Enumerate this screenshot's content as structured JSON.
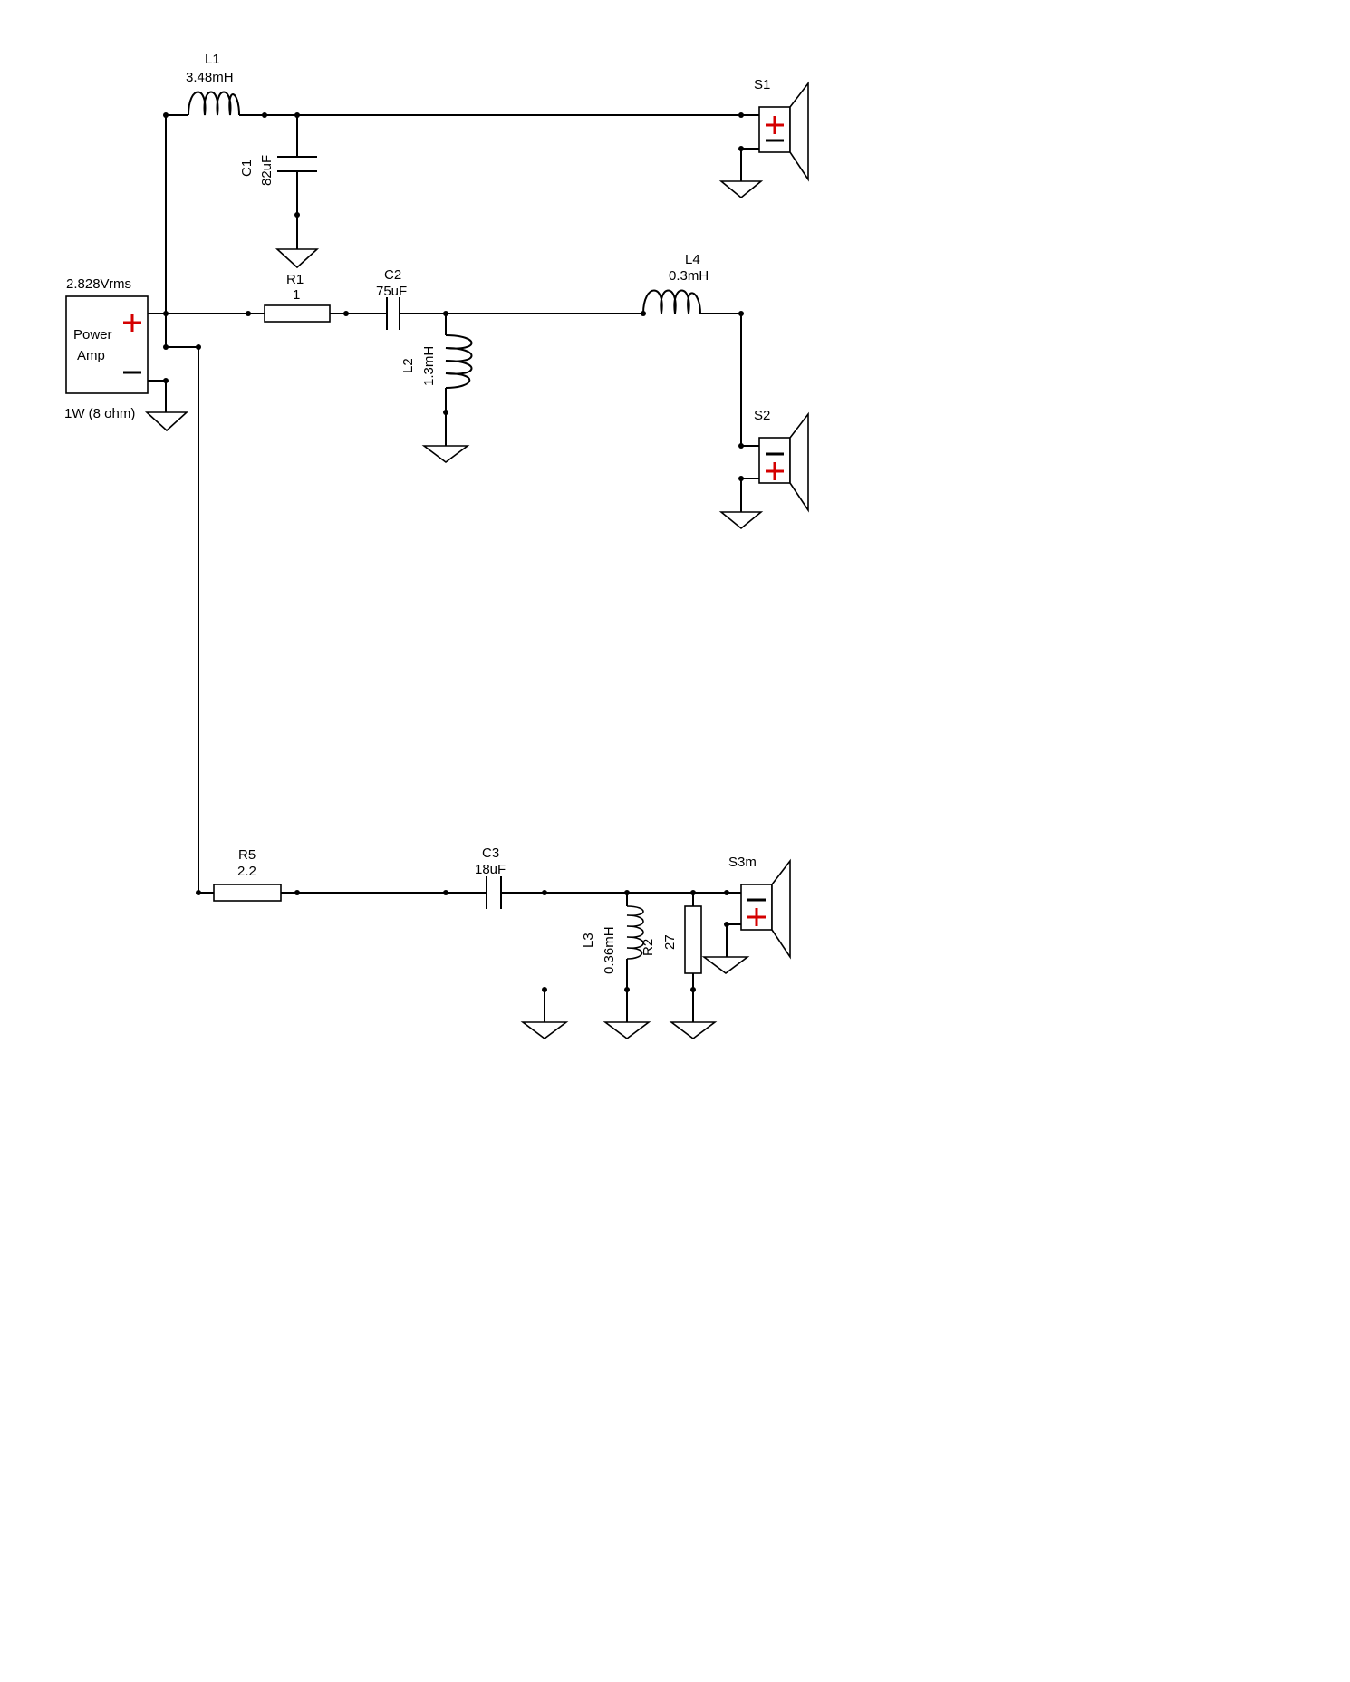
{
  "amp": {
    "voltage": "2.828Vrms",
    "name_line1": "Power",
    "name_line2": "Amp",
    "power": "1W (8 ohm)"
  },
  "components": {
    "L1": {
      "ref": "L1",
      "value": "3.48mH"
    },
    "C1": {
      "ref": "C1",
      "value": "82uF"
    },
    "R1": {
      "ref": "R1",
      "value": "1"
    },
    "C2": {
      "ref": "C2",
      "value": "75uF"
    },
    "L2": {
      "ref": "L2",
      "value": "1.3mH"
    },
    "L4": {
      "ref": "L4",
      "value": "0.3mH"
    },
    "R5": {
      "ref": "R5",
      "value": "2.2"
    },
    "C3": {
      "ref": "C3",
      "value": "18uF"
    },
    "L3": {
      "ref": "L3",
      "value": "0.36mH"
    },
    "R2": {
      "ref": "R2",
      "value": "27"
    }
  },
  "speakers": {
    "S1": {
      "ref": "S1"
    },
    "S2": {
      "ref": "S2"
    },
    "S3m": {
      "ref": "S3m"
    }
  },
  "colors": {
    "wire": "#000000",
    "plus": "#d40000",
    "background": "#ffffff"
  }
}
